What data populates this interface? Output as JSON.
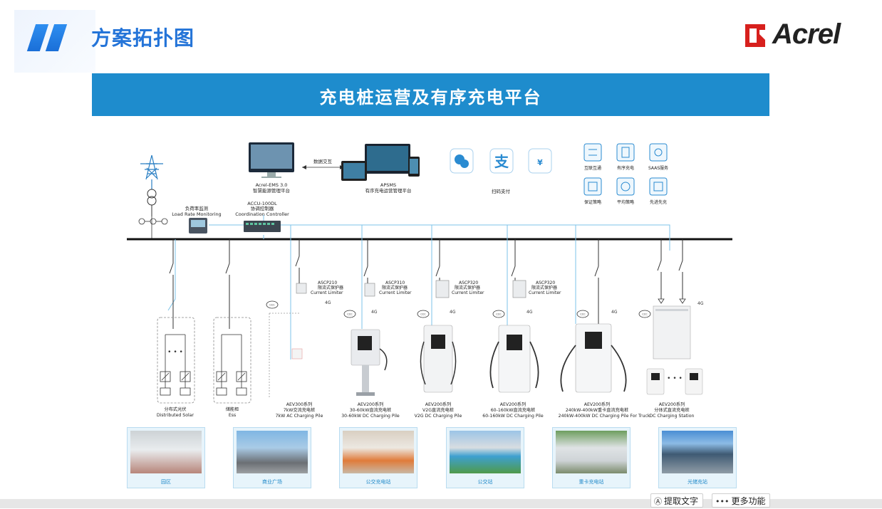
{
  "header": {
    "title": "方案拓扑图",
    "brand": "Acrel"
  },
  "banner": {
    "title": "充电桩运营及有序充电平台"
  },
  "platform": {
    "ems_name": "Acrel-EMS 3.0",
    "ems_desc": "智慧能源管理平台",
    "exchange": "数据交互",
    "apsms_name": "APSMS",
    "apsms_desc": "有序充电运营管理平台",
    "payment": "扫码支付"
  },
  "features": [
    "互联互通",
    "有序充电",
    "SAAS服务",
    "保证策略",
    "平均策略",
    "先进先充"
  ],
  "devices": {
    "load_monitor_cn": "负荷率监测",
    "load_monitor_en": "Load Rate Monitoring",
    "coord_model": "ACCU-100DL",
    "coord_cn": "协调控制器",
    "coord_en": "Coordination Controller"
  },
  "limiters": [
    {
      "model": "ASCP210",
      "cn": "限流式保护器",
      "en": "Current Limiter"
    },
    {
      "model": "ASCP310",
      "cn": "限流式保护器",
      "en": "Current Limiter"
    },
    {
      "model": "ASCP320",
      "cn": "限流式保护器",
      "en": "Current Limiter"
    },
    {
      "model": "ASCP320",
      "cn": "限流式保护器",
      "en": "Current Limiter"
    }
  ],
  "signal": "4G",
  "ccc": "CCC",
  "columns": [
    {
      "l1": "分布式光伏",
      "l2": "Distributed Solar",
      "l3": ""
    },
    {
      "l1": "储能柜",
      "l2": "Ess",
      "l3": ""
    },
    {
      "l1": "AEV300系列",
      "l2": "7kW交流充电桩",
      "l3": "7kW AC Charging Pile"
    },
    {
      "l1": "AEV200系列",
      "l2": "30-60kW直流充电桩",
      "l3": "30-60kW DC Charging Pile"
    },
    {
      "l1": "AEV200系列",
      "l2": "V2G直流充电桩",
      "l3": "V2G DC Charging Pile"
    },
    {
      "l1": "AEV200系列",
      "l2": "60-160kW直流充电桩",
      "l3": "60-160kW DC Charging Pile"
    },
    {
      "l1": "AEV200系列",
      "l2": "240kW-400kW重卡直流充电桩",
      "l3": "240kW-400kW DC Charging Pile For Truck"
    },
    {
      "l1": "AEV200系列",
      "l2": "分体式直流充电桩",
      "l3": "DC Charging Station"
    }
  ],
  "photos": [
    "园区",
    "商业广场",
    "公交充电站",
    "公交站",
    "重卡充电站",
    "光储充站"
  ],
  "toolbar": {
    "ocr": "提取文字",
    "more": "更多功能"
  },
  "colors": {
    "blue": "#1e8ccd",
    "title_blue": "#2474d8",
    "line_blue": "#7ec3e8",
    "brand_red": "#d7201d"
  }
}
